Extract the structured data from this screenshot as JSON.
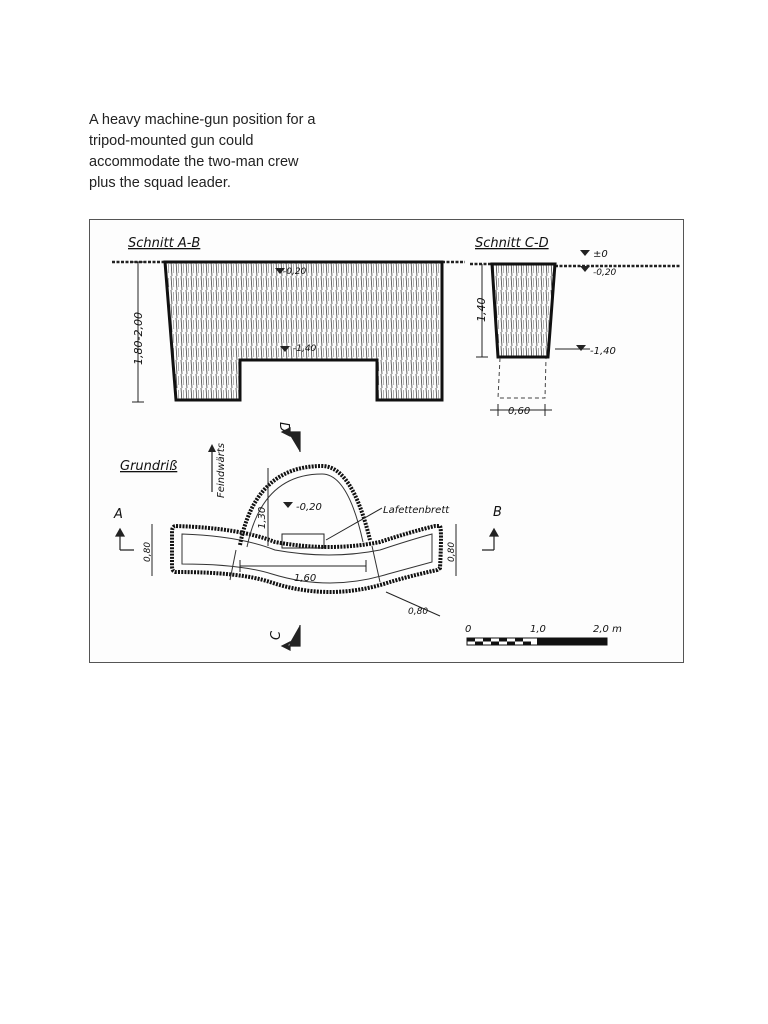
{
  "caption": {
    "lines": [
      "A heavy machine-gun position for a",
      "tripod-mounted gun could",
      "accommodate the two-man crew",
      "plus the squad leader."
    ]
  },
  "drawing": {
    "section_ab": {
      "title": "Schnitt A-B",
      "depth_total": "1,80-2,00",
      "level_top": "-0,20",
      "level_floor": "-1,40"
    },
    "section_cd": {
      "title": "Schnitt C-D",
      "level_zero": "±0",
      "level_top": "-0,20",
      "depth": "1,40",
      "level_floor": "-1,40",
      "width": "0,60"
    },
    "plan": {
      "title": "Grundriß",
      "direction": "Feindwärts",
      "level": "-0,20",
      "board_label": "Lafettenbrett",
      "dim_depth": "1,30",
      "dim_width": "1,60",
      "dim_left": "0,80",
      "dim_right": "0,80",
      "dim_arm": "0,80",
      "cut_a": "A",
      "cut_b": "B",
      "cut_c": "C",
      "cut_d": "D"
    },
    "scale": {
      "ticks": [
        "0",
        "1,0",
        "2,0 m"
      ]
    }
  }
}
